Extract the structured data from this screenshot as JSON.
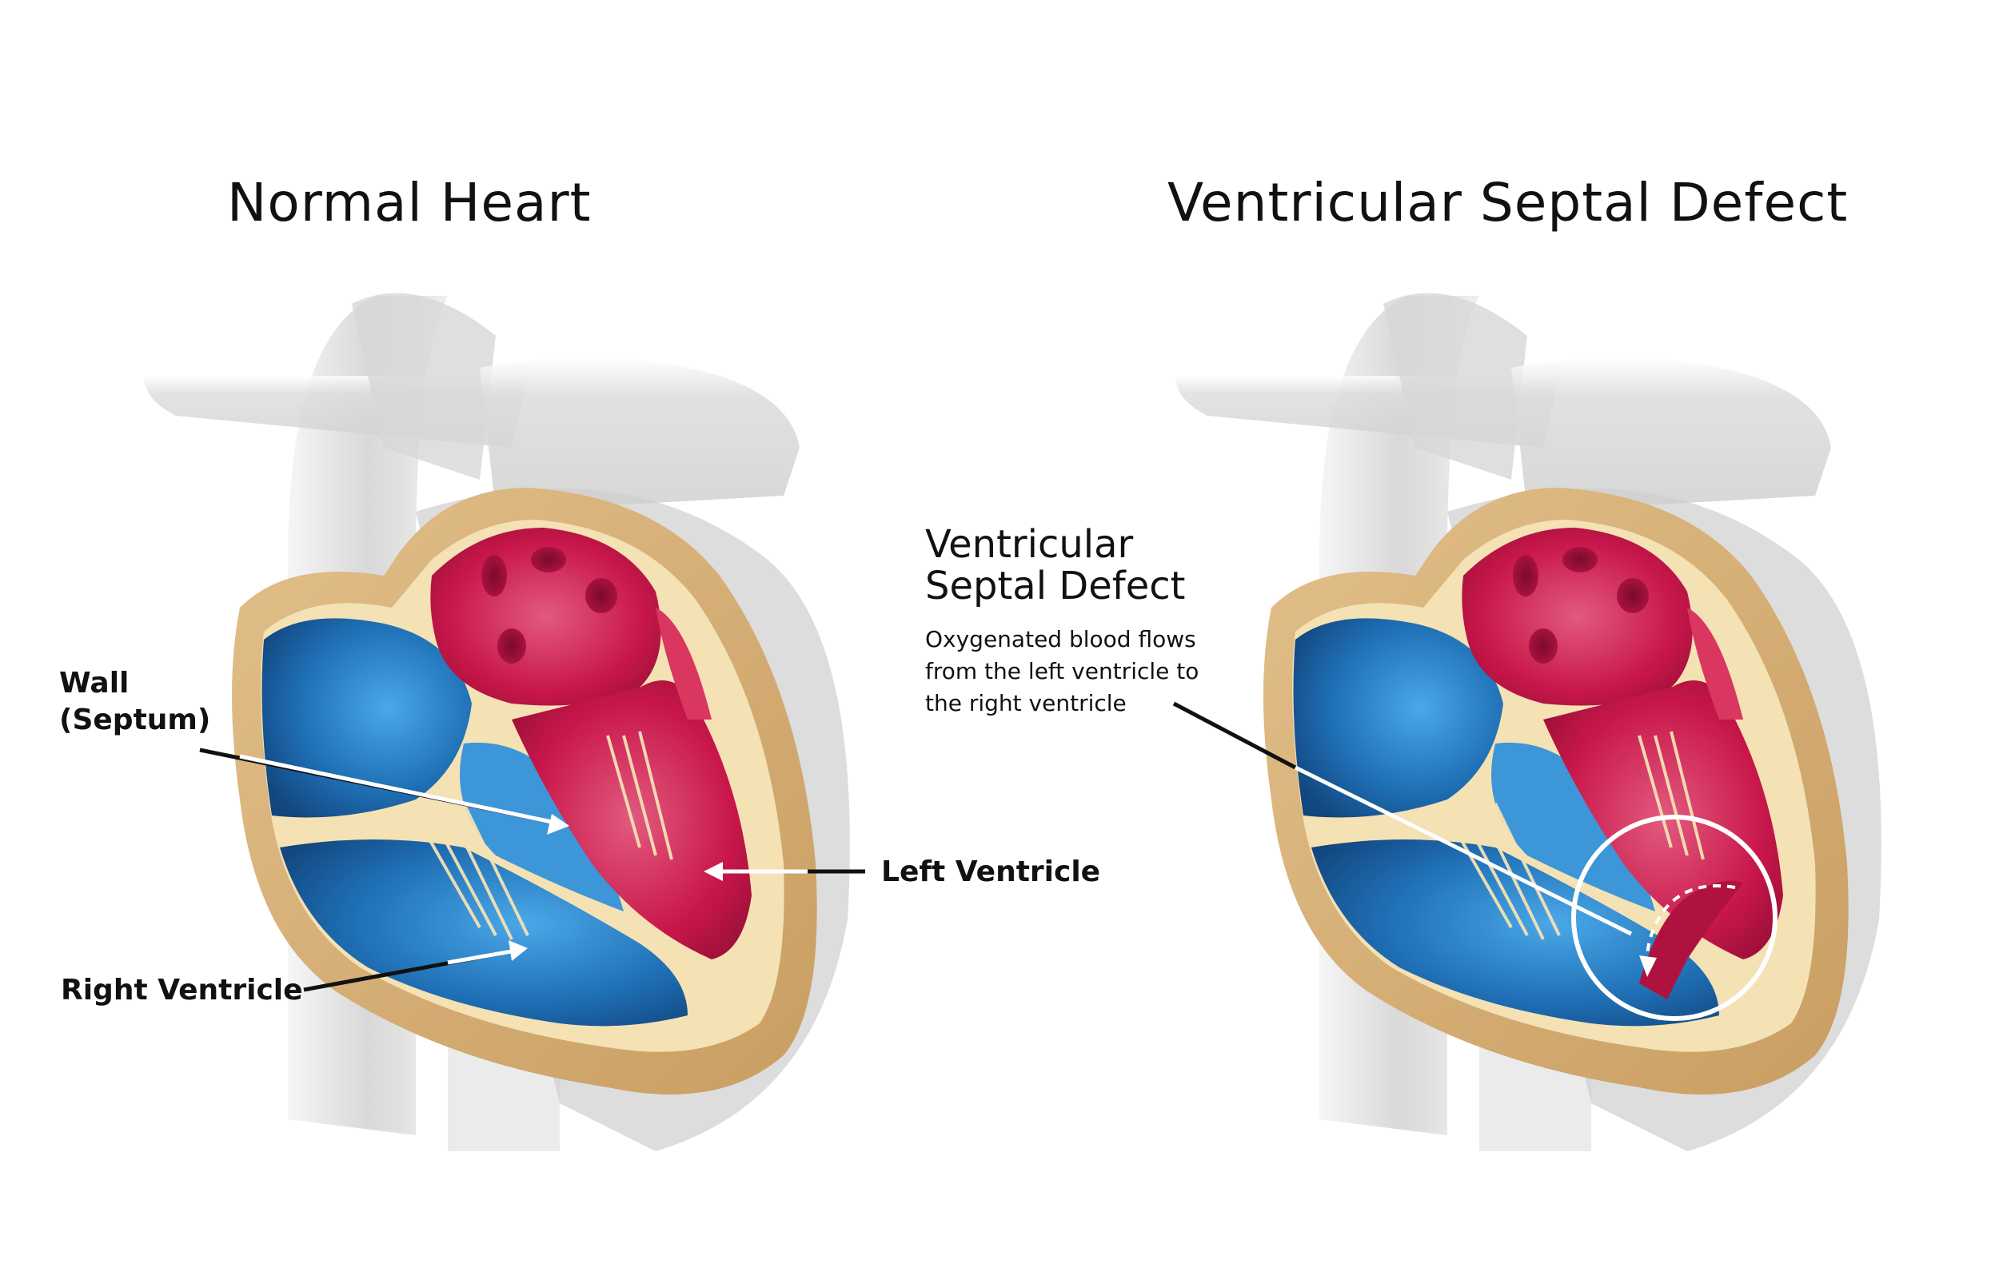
{
  "titles": {
    "left": "Normal Heart",
    "right": "Ventricular Septal Defect"
  },
  "labels": {
    "wall_line1": "Wall",
    "wall_line2": "(Septum)",
    "right_ventricle": "Right Ventricle",
    "left_ventricle": "Left Ventricle"
  },
  "annotation": {
    "title_line1": "Ventricular",
    "title_line2": "Septal Defect",
    "desc_line1": "Oxygenated blood flows",
    "desc_line2": "from the left ventricle to",
    "desc_line3": "the right ventricle"
  },
  "colors": {
    "deoxygenated_blue": "#1f6fb5",
    "oxygenated_red": "#c8174a",
    "muscle_tan": "#d8b27a",
    "inner_cream": "#f6e6bf",
    "vessel_gray": "#d9d9d9"
  }
}
